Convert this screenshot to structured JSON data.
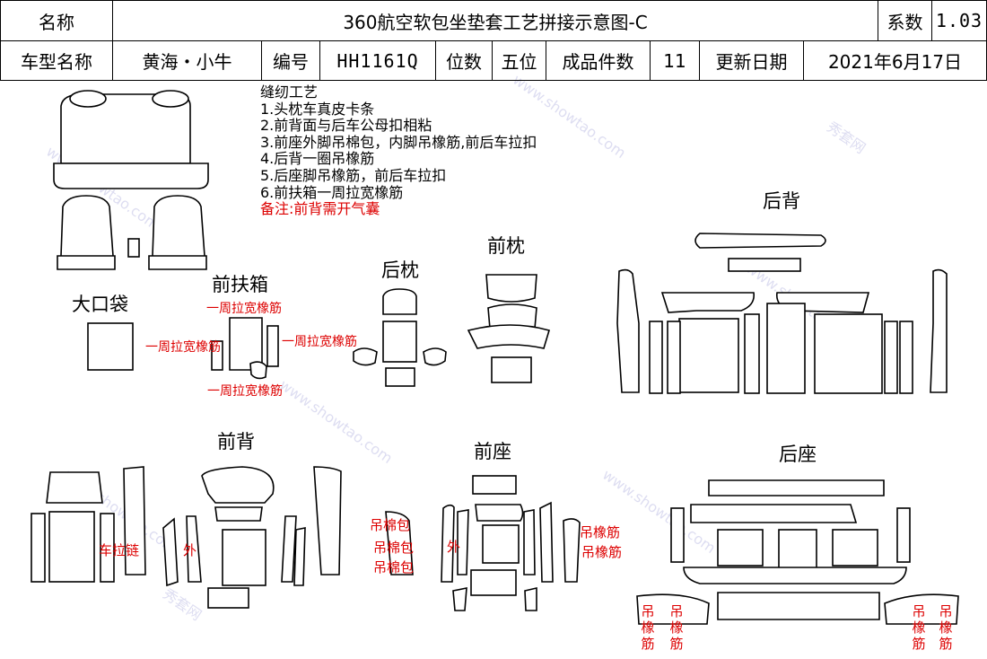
{
  "header": {
    "name_label": "名称",
    "title": "360航空软包坐垫套工艺拼接示意图-C",
    "coef_label": "系数",
    "coef_value": "1.03",
    "model_label": "车型名称",
    "model_value": "黄海・小牛",
    "code_label": "编号",
    "code_value": "HH1161Q",
    "seats_label": "位数",
    "seats_value": "五位",
    "pieces_label": "成品件数",
    "pieces_value": "11",
    "date_label": "更新日期",
    "date_value": "2021年6月17日"
  },
  "notes": {
    "title": "缝纫工艺",
    "items": [
      "1.头枕车真皮卡条",
      "2.前背面与后车公母扣相粘",
      "3.前座外脚吊棉包，内脚吊橡筋,前后车拉扣",
      "4.后背一圈吊橡筋",
      "5.后座脚吊橡筋，前后车拉扣",
      "6.前扶箱一周拉宽橡筋"
    ],
    "remark": "备注:前背需开气囊"
  },
  "sections": {
    "big_pocket": "大口袋",
    "front_armrest": "前扶箱",
    "rear_headrest": "后枕",
    "front_headrest": "前枕",
    "rear_back": "后背",
    "front_back": "前背",
    "front_seat": "前座",
    "rear_seat": "后座"
  },
  "annotations": {
    "armrest_elastic": "一周拉宽橡筋",
    "zipper": "车拉链",
    "outer": "外",
    "cotton_bag": "吊棉包",
    "hang_elastic": "吊橡筋"
  },
  "watermark": {
    "text": "www.showtao.com",
    "brand": "秀套网"
  }
}
